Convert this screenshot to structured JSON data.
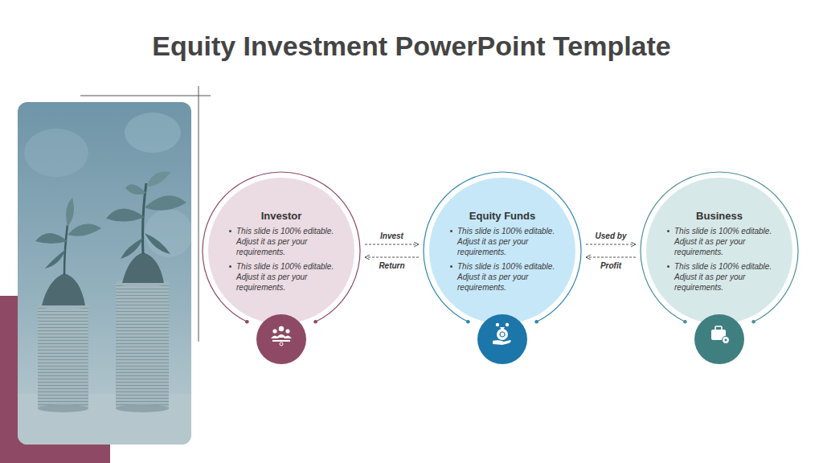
{
  "diagram": {
    "title": "Equity Investment PowerPoint Template",
    "nodes": [
      {
        "text": [
          "Investor",
          "This slide is 100% editable. Adjust it as per your requirements.",
          "This slide is 100% editable. Adjust it as per your requirements."
        ]
      },
      {
        "text": [
          "Equity Funds",
          "This slide is 100% editable. Adjust it as per your requirements.",
          "This slide is 100% editable. Adjust it as per your requirements."
        ]
      },
      {
        "text": [
          "Business",
          "This slide is 100% editable. Adjust it as per your requirements.",
          "This slide is 100% editable. Adjust it as per your requirements."
        ]
      }
    ],
    "edges": [
      {
        "from": 0,
        "to": 1,
        "label": "Invest",
        "arrow": "to"
      },
      {
        "from": 1,
        "to": 0,
        "label": "Return",
        "arrow": "to"
      },
      {
        "from": 1,
        "to": 2,
        "label": "Used by",
        "arrow": "to"
      },
      {
        "from": 2,
        "to": 1,
        "label": "Profit",
        "arrow": "to"
      }
    ]
  }
}
